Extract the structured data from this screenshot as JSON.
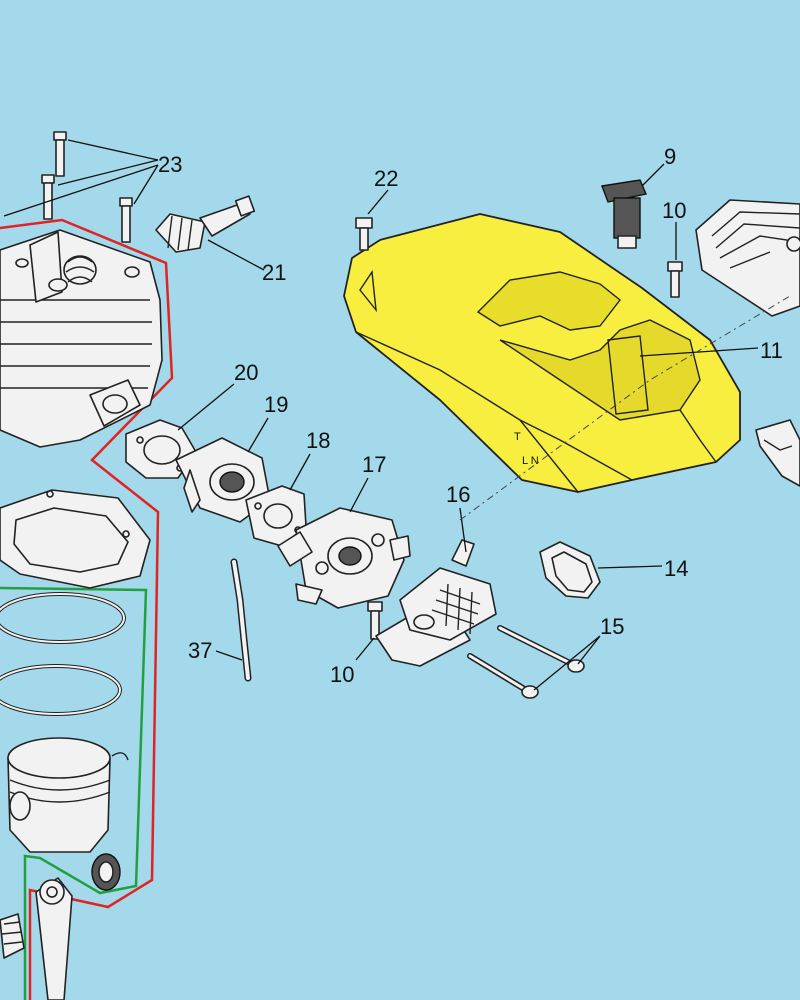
{
  "labels": {
    "l9": "9",
    "l10a": "10",
    "l10b": "10",
    "l11": "11",
    "l14": "14",
    "l15": "15",
    "l16": "16",
    "l17": "17",
    "l18": "18",
    "l19": "19",
    "l20": "20",
    "l21": "21",
    "l22": "22",
    "l23": "23",
    "l37": "37",
    "cover_mark_top": "T",
    "cover_mark_mid": "L N"
  },
  "colors": {
    "background": "#a3d9ea",
    "cover_yellow": "#f7ee3f",
    "red_outline": "#e02323",
    "green_outline": "#22a040"
  }
}
